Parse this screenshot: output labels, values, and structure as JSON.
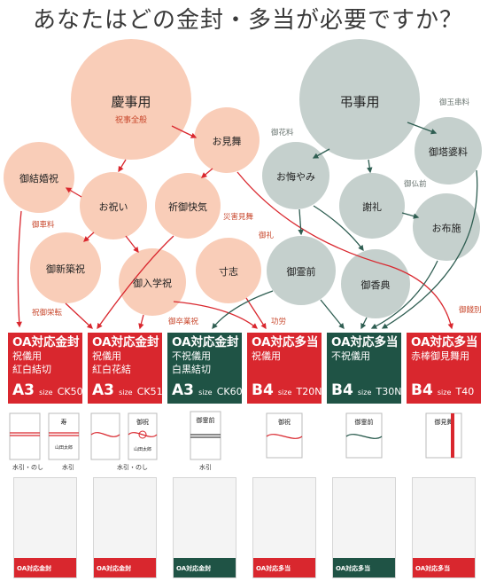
{
  "title": "あなたはどの金封・多当が必要ですか？",
  "colors": {
    "celebration": "#f9cdb8",
    "condolence": "#c5d0cd",
    "red": "#d9272e",
    "green": "#1f5345",
    "arrow_green": "#2f5e52",
    "caption_red": "#c8472c",
    "caption_gray": "#6b7672"
  },
  "nodes": {
    "keiji": {
      "label": "慶事用",
      "sub": "祝事全般"
    },
    "choji": {
      "label": "弔事用"
    },
    "omimai": {
      "label": "お見舞"
    },
    "kekkon": {
      "label": "御結婚祝"
    },
    "oiwai": {
      "label": "お祝い"
    },
    "kigo": {
      "label": "祈御快気"
    },
    "shinchiku": {
      "label": "御新築祝"
    },
    "nyugaku": {
      "label": "御入学祝"
    },
    "sunshi": {
      "label": "寸志"
    },
    "okuyami": {
      "label": "お悔やみ"
    },
    "sharei": {
      "label": "謝礼"
    },
    "tokuba": {
      "label": "御塔婆料"
    },
    "ofuse": {
      "label": "お布施"
    },
    "reizen": {
      "label": "御霊前"
    },
    "koden": {
      "label": "御香典"
    }
  },
  "captions": {
    "hanaryo": "御花料",
    "tamagushi": "御玉串料",
    "butsuzen": "御仏前",
    "saigai": "災害見舞",
    "oncha": "御車料",
    "orei": "御礼",
    "shukuei": "祝御栄転",
    "sotsugyo": "御卒業祝",
    "koro": "功労",
    "sembetsu": "御餞別"
  },
  "cards": [
    {
      "title": "OA対応金封",
      "line1": "祝儀用",
      "line2": "紅白結切",
      "size": "A3",
      "size_word": "size",
      "code": "CK50N",
      "color": "red"
    },
    {
      "title": "OA対応金封",
      "line1": "祝儀用",
      "line2": "紅白花結",
      "size": "A3",
      "size_word": "size",
      "code": "CK51N",
      "color": "red"
    },
    {
      "title": "OA対応金封",
      "line1": "不祝儀用",
      "line2": "白黒結切",
      "size": "A3",
      "size_word": "size",
      "code": "CK60N",
      "color": "green"
    },
    {
      "title": "OA対応多当",
      "line1": "祝儀用",
      "line2": "",
      "size": "B4",
      "size_word": "size",
      "code": "T20N",
      "color": "red"
    },
    {
      "title": "OA対応多当",
      "line1": "不祝儀用",
      "line2": "",
      "size": "B4",
      "size_word": "size",
      "code": "T30N",
      "color": "green"
    },
    {
      "title": "OA対応多当",
      "line1": "赤棒御見舞用",
      "line2": "",
      "size": "B4",
      "size_word": "size",
      "code": "T40",
      "color": "red"
    }
  ],
  "thumbs": [
    {
      "labels": [
        "水引・のし",
        "水引"
      ],
      "envelope_text": "寿",
      "name_text": "山田太郎"
    },
    {
      "labels": [
        "水引・のし"
      ],
      "envelope_text": "御祝",
      "name_text": "山田太郎"
    },
    {
      "labels": [
        "水引"
      ],
      "envelope_text": "御霊前",
      "name_text": ""
    },
    {
      "labels": [],
      "envelope_text": "御祝",
      "name_text": ""
    },
    {
      "labels": [],
      "envelope_text": "御霊前",
      "name_text": ""
    },
    {
      "labels": [],
      "envelope_text": "御見舞",
      "name_text": ""
    }
  ],
  "packages": [
    {
      "band_label": "OA対応金封",
      "color": "red"
    },
    {
      "band_label": "OA対応金封",
      "color": "red"
    },
    {
      "band_label": "OA対応金封",
      "color": "green"
    },
    {
      "band_label": "OA対応多当",
      "color": "red"
    },
    {
      "band_label": "OA対応多当",
      "color": "green"
    },
    {
      "band_label": "OA対応多当",
      "color": "red"
    }
  ]
}
